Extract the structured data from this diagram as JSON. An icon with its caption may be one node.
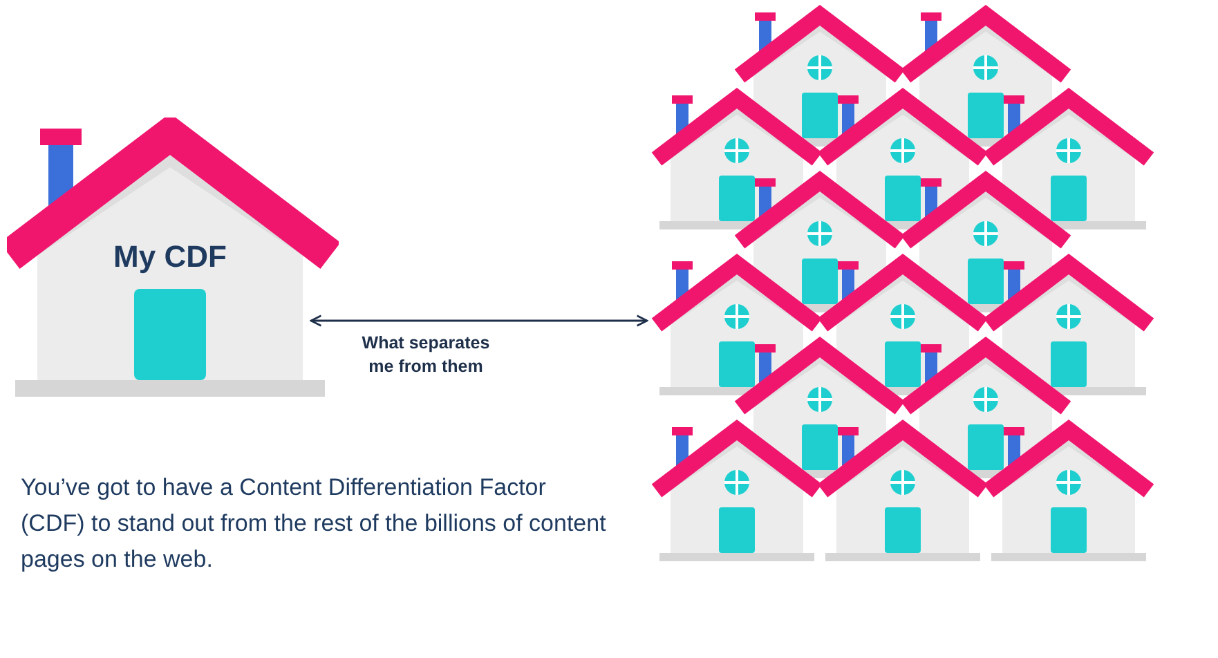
{
  "diagram": {
    "nodes": [
      {
        "text": [
          "My CDF"
        ]
      },
      {
        "text": [],
        "shape": "picture"
      }
    ],
    "edges": [
      {
        "from": 0,
        "to": 1,
        "arrow": "both",
        "label": "What separates me from them"
      }
    ],
    "labels": [
      "You’ve got to have a Content Differentiation Factor (CDF) to stand out from the rest of the billions of content pages on the web."
    ]
  }
}
